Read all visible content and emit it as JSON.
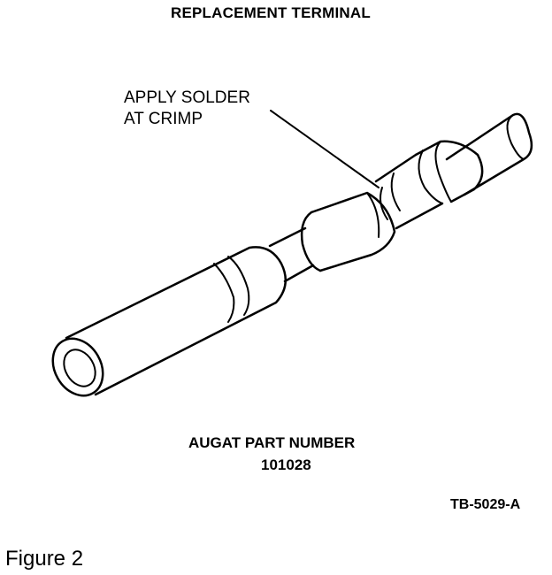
{
  "title": "REPLACEMENT TERMINAL",
  "callout": {
    "line1": "APPLY SOLDER",
    "line2": "AT CRIMP"
  },
  "part_number": {
    "line1": "AUGAT PART NUMBER",
    "line2": "101028"
  },
  "drawing_code": "TB-5029-A",
  "figure_caption": "Figure 2"
}
